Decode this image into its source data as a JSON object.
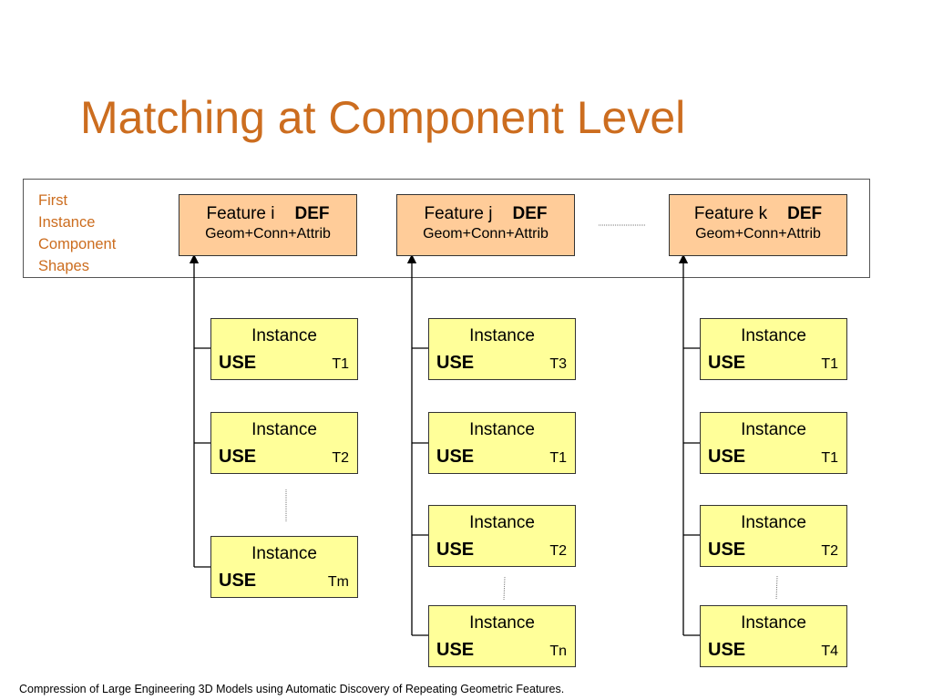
{
  "title": "Matching at Component Level",
  "first_shapes_label": [
    "First",
    "Instance",
    "Component",
    "Shapes"
  ],
  "features": [
    {
      "name": "Feature i",
      "tag": "DEF",
      "detail": "Geom+Conn+Attrib",
      "instances": [
        {
          "label": "Instance",
          "use": "USE",
          "transform": "T1"
        },
        {
          "label": "Instance",
          "use": "USE",
          "transform": "T2"
        },
        {
          "label": "Instance",
          "use": "USE",
          "transform": "Tm"
        }
      ]
    },
    {
      "name": "Feature j",
      "tag": "DEF",
      "detail": "Geom+Conn+Attrib",
      "instances": [
        {
          "label": "Instance",
          "use": "USE",
          "transform": "T3"
        },
        {
          "label": "Instance",
          "use": "USE",
          "transform": "T1"
        },
        {
          "label": "Instance",
          "use": "USE",
          "transform": "T2"
        },
        {
          "label": "Instance",
          "use": "USE",
          "transform": "Tn"
        }
      ]
    },
    {
      "name": "Feature k",
      "tag": "DEF",
      "detail": "Geom+Conn+Attrib",
      "instances": [
        {
          "label": "Instance",
          "use": "USE",
          "transform": "T1"
        },
        {
          "label": "Instance",
          "use": "USE",
          "transform": "T1"
        },
        {
          "label": "Instance",
          "use": "USE",
          "transform": "T2"
        },
        {
          "label": "Instance",
          "use": "USE",
          "transform": "T4"
        }
      ]
    }
  ],
  "footer": "Compression of Large Engineering 3D Models using Automatic Discovery of Repeating Geometric Features."
}
